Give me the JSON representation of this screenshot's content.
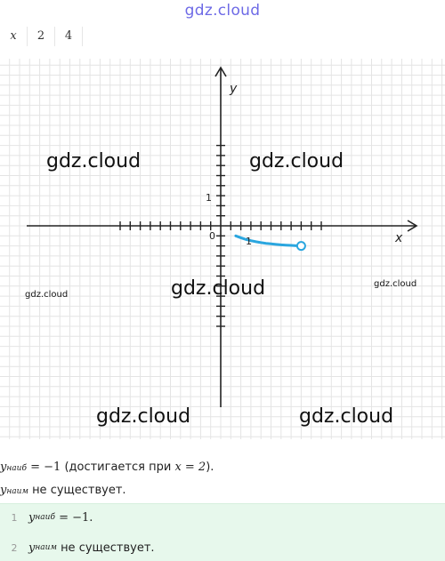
{
  "header": {
    "logo_text": "gdz.cloud"
  },
  "value_table": {
    "var": "x",
    "values": [
      "2",
      "4"
    ]
  },
  "graph": {
    "y_axis_label": "y",
    "x_axis_label": "x",
    "origin_label": "0",
    "x_unit_label": "1",
    "y_unit_label": "1",
    "curve_color": "#2aa6df",
    "watermarks": [
      "gdz.cloud",
      "gdz.cloud",
      "gdz.cloud",
      "gdz.cloud",
      "gdz.cloud"
    ],
    "small_watermarks": [
      "gdz.cloud",
      "gdz.cloud"
    ]
  },
  "chart_data": {
    "type": "line",
    "x": [
      1.5,
      2,
      2.5,
      3,
      3.5,
      4,
      4.5,
      5,
      5.5,
      6,
      6.5,
      7,
      7.5,
      8
    ],
    "y": [
      -1.0,
      -1.19,
      -1.35,
      -1.48,
      -1.58,
      -1.67,
      -1.74,
      -1.8,
      -1.85,
      -1.89,
      -1.92,
      -1.95,
      -1.98,
      -2.0
    ],
    "xlim": [
      -11,
      11
    ],
    "ylim": [
      -11,
      9
    ],
    "grid": true,
    "endpoint": {
      "x": 8,
      "y": -2,
      "open": true
    }
  },
  "text": {
    "line1_sub": "наиб",
    "line1_value": "= −1",
    "line1_note_pre": "(достигается при",
    "line1_note_math": "x = 2",
    "line1_note_post": ").",
    "line2_sub": "наим",
    "line2_note": "не существует."
  },
  "answers": [
    {
      "num": "1",
      "sub": "наиб",
      "value": "= −1."
    },
    {
      "num": "2",
      "sub": "наим",
      "note": "не существует."
    }
  ]
}
